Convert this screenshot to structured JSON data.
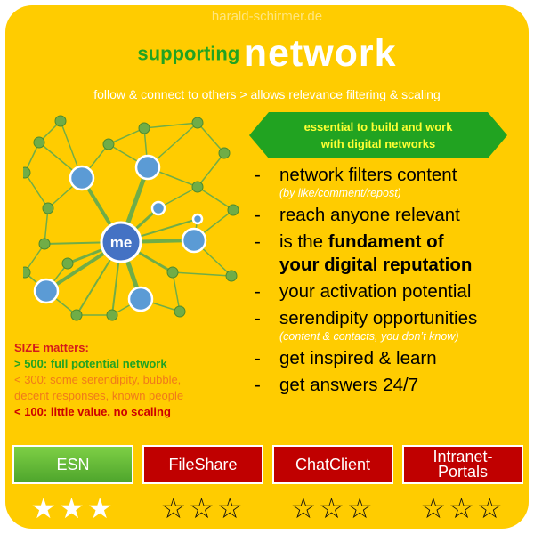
{
  "credit": "harald-schirmer.de",
  "title": {
    "prefix": "supporting",
    "main": "network"
  },
  "subtitle": "follow & connect to others > allows relevance filtering & scaling",
  "banner": {
    "line1": "essential to build and work",
    "line2": "with digital networks"
  },
  "network": {
    "center_label": "me"
  },
  "bullets": [
    {
      "text": "network filters content",
      "note": "(by like/comment/repost)"
    },
    {
      "text": "reach anyone relevant"
    },
    {
      "text_pre": "is the ",
      "bold1": "fundament of",
      "bold2": "your digital reputation"
    },
    {
      "text": "your activation potential"
    },
    {
      "text": "serendipity opportunities",
      "note": "(content & contacts, you don’t know)"
    },
    {
      "text": "get inspired & learn"
    },
    {
      "text": "get answers 24/7"
    }
  ],
  "dash": "-",
  "size": {
    "heading": "SIZE matters:",
    "line_500": "> 500: full potential network",
    "line_300a": "< 300: some serendipity, bubble,",
    "line_300b": "decent responses, known people",
    "line_100": "< 100: little value, no scaling"
  },
  "tools": [
    {
      "label": "ESN",
      "style": "green",
      "stars": "★★★"
    },
    {
      "label": "FileShare",
      "style": "red",
      "stars": "☆☆☆"
    },
    {
      "label": "ChatClient",
      "style": "red",
      "stars": "☆☆☆"
    },
    {
      "label1": "Intranet-",
      "label2": "Portals",
      "style": "red",
      "stars": "☆☆☆"
    }
  ],
  "colors": {
    "background": "#ffcc00",
    "green": "#21a321",
    "red": "#c00000",
    "node_blue": "#5b9bd5",
    "node_green": "#70ad47"
  }
}
